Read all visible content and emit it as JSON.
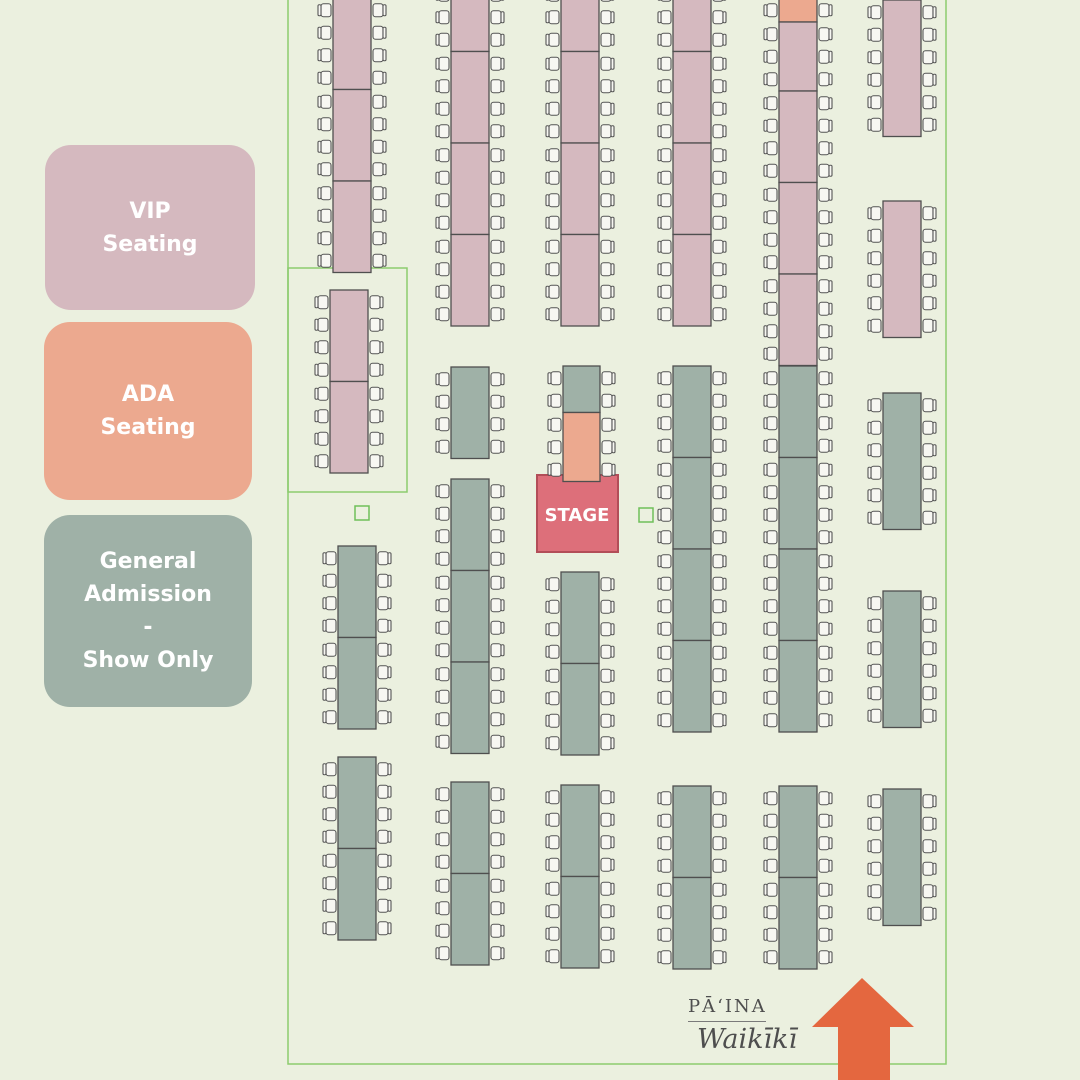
{
  "legend": {
    "vip": {
      "lines": [
        "VIP",
        "Seating"
      ]
    },
    "ada": {
      "lines": [
        "ADA",
        "Seating"
      ]
    },
    "general": {
      "lines": [
        "General",
        "Admission",
        "-",
        "Show Only"
      ]
    }
  },
  "stage": {
    "label": "STAGE"
  },
  "logo": {
    "line1": "PĀʻINA",
    "line2": "Waikīkī"
  },
  "colors": {
    "vip": "#d5b9bf",
    "ada": "#eca98f",
    "general": "#9fb1a7",
    "stage": "#dd6f7a",
    "entrance_arrow": "#e4673f",
    "floor_outline": "#8ccc6e",
    "chair_outline": "#555555"
  },
  "icons": {
    "entrance": "entrance-arrow-icon",
    "chair": "chair-icon"
  },
  "table_groups": [
    {
      "id": "col1-top",
      "category": "vip",
      "segments": [
        {
          "category": "vip",
          "chairs": 4
        },
        {
          "category": "vip",
          "chairs": 4
        },
        {
          "category": "vip",
          "chairs": 4
        }
      ]
    },
    {
      "id": "col1-boxed",
      "category": "vip",
      "segments": [
        {
          "category": "vip",
          "chairs": 4
        },
        {
          "category": "vip",
          "chairs": 4
        }
      ]
    },
    {
      "id": "col1-mid",
      "category": "general",
      "segments": [
        {
          "category": "general",
          "chairs": 4
        },
        {
          "category": "general",
          "chairs": 4
        }
      ]
    },
    {
      "id": "col1-bottom",
      "category": "general",
      "segments": [
        {
          "category": "general",
          "chairs": 4
        },
        {
          "category": "general",
          "chairs": 4
        }
      ]
    },
    {
      "id": "col2-top",
      "category": "vip",
      "segments": [
        {
          "category": "vip",
          "chairs": 4
        },
        {
          "category": "vip",
          "chairs": 4
        },
        {
          "category": "vip",
          "chairs": 4
        },
        {
          "category": "vip",
          "chairs": 4
        }
      ]
    },
    {
      "id": "col2-a",
      "category": "general",
      "segments": [
        {
          "category": "general",
          "chairs": 4
        }
      ]
    },
    {
      "id": "col2-b",
      "category": "general",
      "segments": [
        {
          "category": "general",
          "chairs": 4
        },
        {
          "category": "general",
          "chairs": 4
        },
        {
          "category": "general",
          "chairs": 4
        }
      ]
    },
    {
      "id": "col2-bottom",
      "category": "general",
      "segments": [
        {
          "category": "general",
          "chairs": 4
        },
        {
          "category": "general",
          "chairs": 4
        }
      ]
    },
    {
      "id": "col3-top",
      "category": "vip",
      "segments": [
        {
          "category": "vip",
          "chairs": 4
        },
        {
          "category": "vip",
          "chairs": 4
        },
        {
          "category": "vip",
          "chairs": 4
        },
        {
          "category": "vip",
          "chairs": 4
        }
      ]
    },
    {
      "id": "col3-ada",
      "category": "mixed",
      "segments": [
        {
          "category": "general",
          "chairs": 2
        },
        {
          "category": "ada",
          "chairs": 3
        }
      ]
    },
    {
      "id": "col3-b",
      "category": "general",
      "segments": [
        {
          "category": "general",
          "chairs": 4
        },
        {
          "category": "general",
          "chairs": 4
        }
      ]
    },
    {
      "id": "col3-bottom",
      "category": "general",
      "segments": [
        {
          "category": "general",
          "chairs": 4
        },
        {
          "category": "general",
          "chairs": 4
        }
      ]
    },
    {
      "id": "col4-top",
      "category": "vip",
      "segments": [
        {
          "category": "vip",
          "chairs": 4
        },
        {
          "category": "vip",
          "chairs": 4
        },
        {
          "category": "vip",
          "chairs": 4
        },
        {
          "category": "vip",
          "chairs": 4
        }
      ]
    },
    {
      "id": "col4-mid",
      "category": "general",
      "segments": [
        {
          "category": "general",
          "chairs": 4
        },
        {
          "category": "general",
          "chairs": 4
        },
        {
          "category": "general",
          "chairs": 4
        },
        {
          "category": "general",
          "chairs": 4
        }
      ]
    },
    {
      "id": "col4-bottom",
      "category": "general",
      "segments": [
        {
          "category": "general",
          "chairs": 4
        },
        {
          "category": "general",
          "chairs": 4
        }
      ]
    },
    {
      "id": "col5-top",
      "category": "vip",
      "segments": [
        {
          "category": "ada",
          "chairs": 1
        },
        {
          "category": "vip",
          "chairs": 3
        },
        {
          "category": "vip",
          "chairs": 4
        },
        {
          "category": "vip",
          "chairs": 4
        },
        {
          "category": "vip",
          "chairs": 4
        }
      ]
    },
    {
      "id": "col5-mid",
      "category": "general",
      "segments": [
        {
          "category": "general",
          "chairs": 4
        },
        {
          "category": "general",
          "chairs": 4
        },
        {
          "category": "general",
          "chairs": 4
        },
        {
          "category": "general",
          "chairs": 4
        }
      ]
    },
    {
      "id": "col5-bottom",
      "category": "general",
      "segments": [
        {
          "category": "general",
          "chairs": 4
        },
        {
          "category": "general",
          "chairs": 4
        }
      ]
    },
    {
      "id": "col6-a",
      "category": "vip",
      "segments": [
        {
          "category": "vip",
          "chairs": 6
        }
      ]
    },
    {
      "id": "col6-b",
      "category": "vip",
      "segments": [
        {
          "category": "vip",
          "chairs": 6
        }
      ]
    },
    {
      "id": "col6-c",
      "category": "general",
      "segments": [
        {
          "category": "general",
          "chairs": 6
        }
      ]
    },
    {
      "id": "col6-d",
      "category": "general",
      "segments": [
        {
          "category": "general",
          "chairs": 6
        }
      ]
    },
    {
      "id": "col6-e",
      "category": "general",
      "segments": [
        {
          "category": "general",
          "chairs": 6
        }
      ]
    }
  ]
}
